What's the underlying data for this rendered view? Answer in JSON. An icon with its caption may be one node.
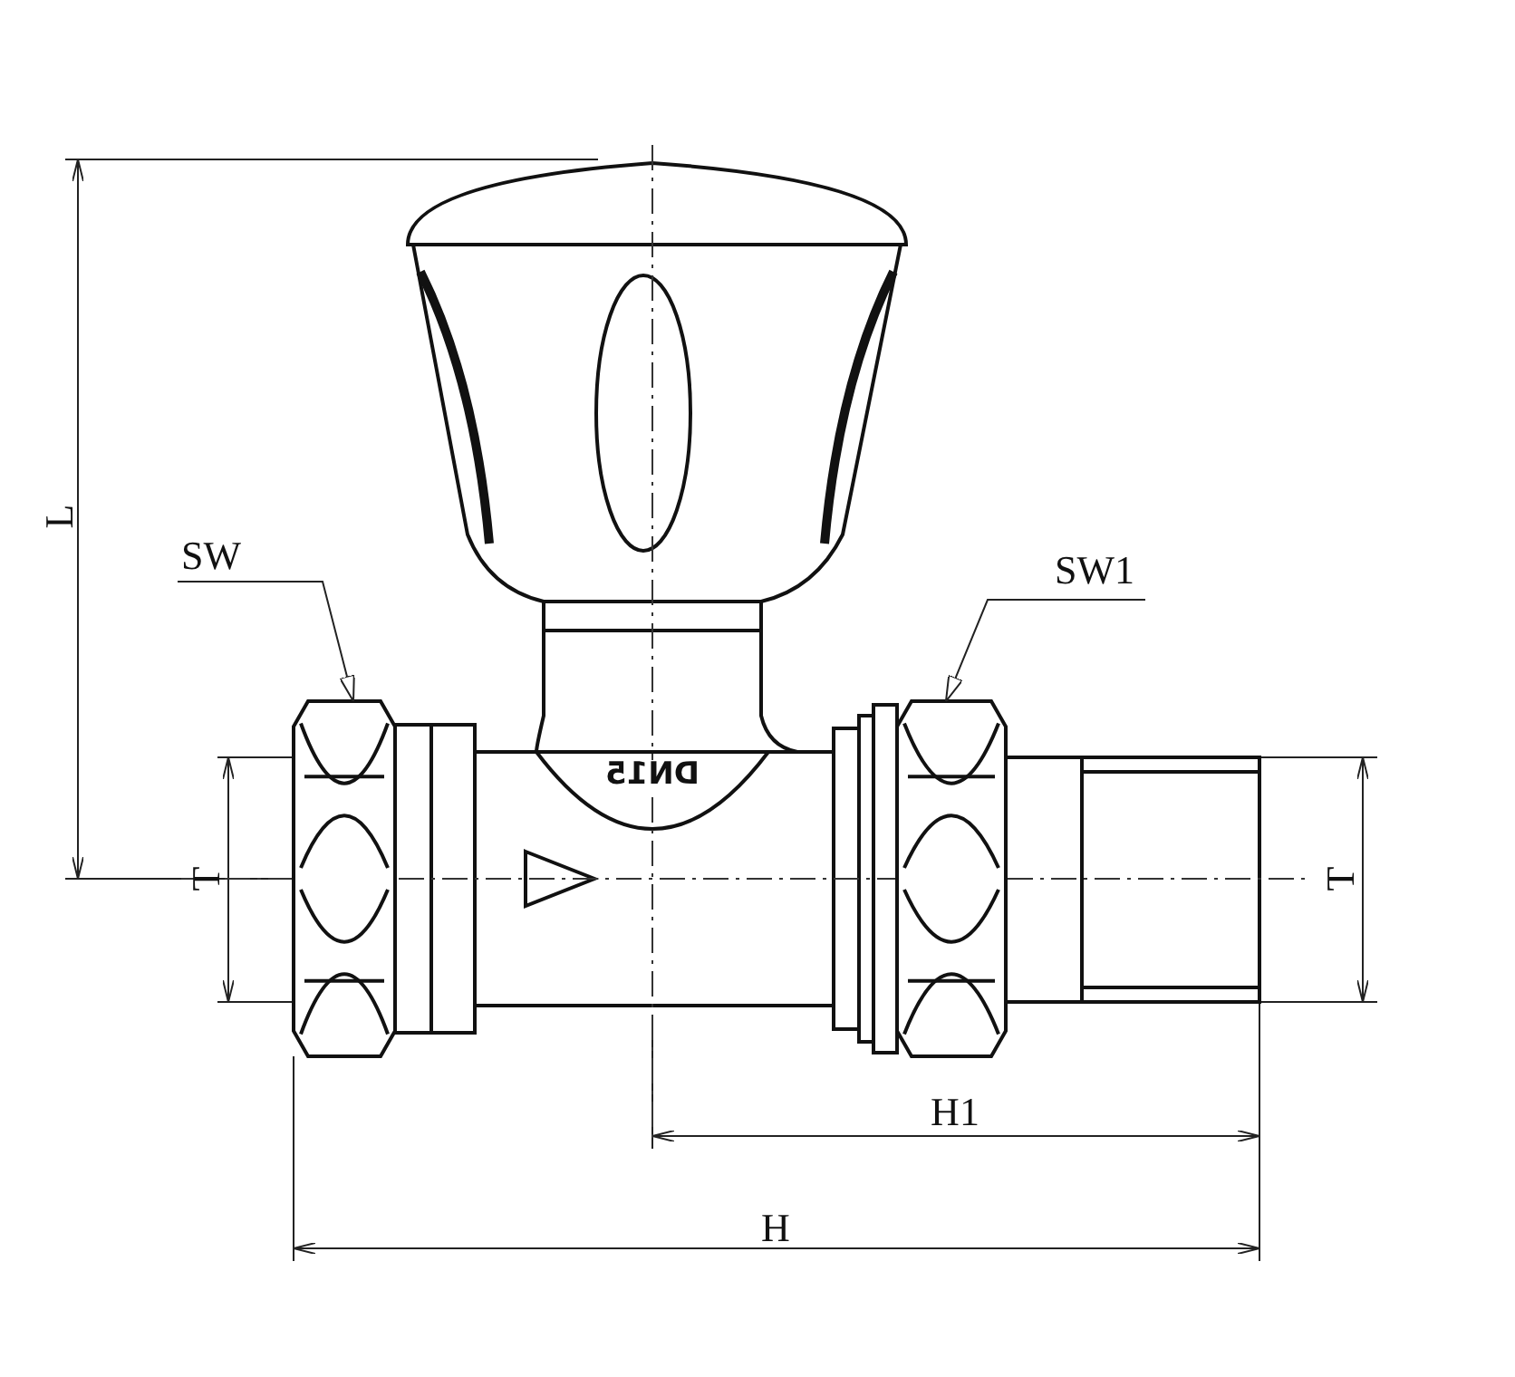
{
  "diagram": {
    "nodes": [
      {
        "text": [
          "SW"
        ]
      },
      {
        "text": [],
        "shape": "picture"
      },
      {
        "text": [
          "SW1"
        ]
      },
      {
        "text": [],
        "shape": "picture"
      }
    ],
    "edges": [
      {
        "from": 0,
        "to": 1,
        "arrow": "to"
      },
      {
        "from": 2,
        "to": 3,
        "arrow": "to"
      }
    ],
    "labels": [
      "L",
      "DN15",
      "T",
      "T",
      "H1",
      "H"
    ]
  }
}
